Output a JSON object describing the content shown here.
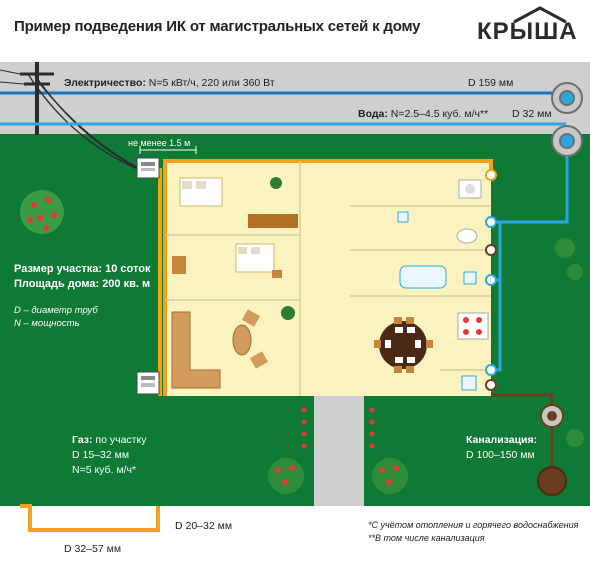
{
  "title": "Пример подведения ИК от магистральных сетей к дому",
  "logo": "КРЫША",
  "electricity": {
    "label": "Электричество:",
    "value": "N=5 кВт/ч, 220 или 360 Вт",
    "diameter": "D 159 мм"
  },
  "water": {
    "label": "Вода:",
    "value": "N=2.5–4.5 куб. м/ч**",
    "diameter": "D 32 мм"
  },
  "distance_note": "не менее 1.5 м",
  "plot": {
    "size": "Размер участка: 10 соток",
    "area": "Площадь дома: 200 кв. м"
  },
  "legend": {
    "d": "D – диаметр труб",
    "n": "N – мощность"
  },
  "gas": {
    "label": "Газ:",
    "value": "по участку",
    "d": "D 15–32 мм",
    "n": "N=5 куб. м/ч*",
    "d_outer": "D 20–32 мм",
    "d_main": "D 32–57 мм"
  },
  "sewage": {
    "label": "Канализация:",
    "value": "D 100–150 мм"
  },
  "footnotes": [
    "*С учётом отопления и горячего водоснабжения",
    "**В том числе канализация"
  ],
  "colors": {
    "grass": "#0f7a35",
    "road": "#c8c8c8",
    "house": "#fbf3bf",
    "wall": "#f7a11a",
    "water": "#29a8e0",
    "sewage": "#6b3d1f",
    "electric": "#1b75bc"
  }
}
